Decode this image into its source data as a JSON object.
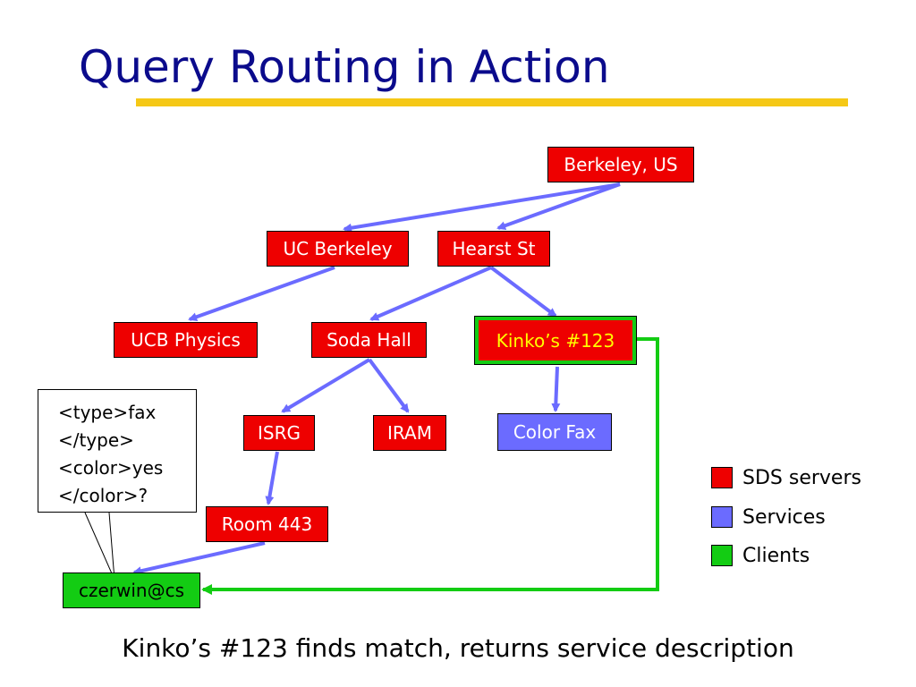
{
  "title": "Query Routing in Action",
  "nodes": {
    "berkeley_us": "Berkeley, US",
    "uc_berkeley": "UC Berkeley",
    "hearst_st": "Hearst St",
    "ucb_physics": "UCB Physics",
    "soda_hall": "Soda Hall",
    "kinkos": "Kinko’s #123",
    "isrg": "ISRG",
    "iram": "IRAM",
    "color_fax": "Color Fax",
    "room_443": "Room 443",
    "client": "czerwin@cs"
  },
  "callout_lines": [
    "<type>fax",
    "</type>",
    "<color>yes",
    "</color>?"
  ],
  "legend": [
    {
      "label": "SDS servers",
      "color": "#ee0000"
    },
    {
      "label": "Services",
      "color": "#6b6bff"
    },
    {
      "label": "Clients",
      "color": "#13cc13"
    }
  ],
  "caption": "Kinko’s #123 finds match, returns service description",
  "colors": {
    "query_edge": "#6b6bff",
    "reply_edge": "#13cc13",
    "title": "#0b0b8c",
    "title_bar": "#f5c816"
  }
}
